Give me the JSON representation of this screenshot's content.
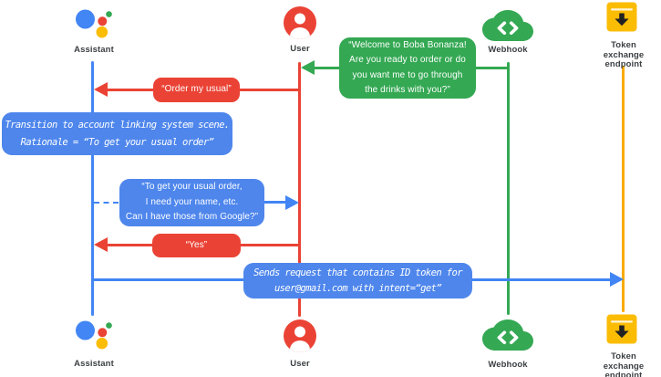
{
  "diagram_type": "sequence-diagram",
  "palette": {
    "blue": "#4285F4",
    "red": "#EA4335",
    "green": "#34A853",
    "yellow": "#FBBC04",
    "label_gray": "#3C4043"
  },
  "actors": [
    {
      "id": "assistant",
      "label": "Assistant",
      "icon": "google-assistant-icon",
      "color": "#4285F4"
    },
    {
      "id": "user",
      "label": "User",
      "icon": "user-icon",
      "color": "#EA4335"
    },
    {
      "id": "webhook",
      "label": "Webhook",
      "icon": "webhook-cloud-icon",
      "color": "#34A853"
    },
    {
      "id": "token_endpoint",
      "label": "Token exchange\nendpoint",
      "icon": "token-endpoint-icon",
      "color": "#FBBC04"
    }
  ],
  "messages": {
    "welcome": {
      "from": "Webhook",
      "to": "User",
      "style": "green-bubble",
      "text": "“Welcome to Boba Bonanza!\nAre you ready to order or do\nyou want me to go through\nthe drinks with you?”"
    },
    "order_usual": {
      "from": "User",
      "to": "Assistant",
      "style": "red-bubble",
      "text": "“Order my usual”"
    },
    "transition_note": {
      "actor": "Assistant",
      "style": "blue-note",
      "text": "Transition to account linking system scene.\nRationale = “To get your usual order”"
    },
    "ask_google": {
      "from": "Assistant",
      "to": "User",
      "style": "blue-bubble",
      "text": "“To get your usual order,\nI need your name, etc.\nCan I have those from Google?”"
    },
    "yes": {
      "from": "User",
      "to": "Assistant",
      "style": "red-bubble",
      "text": "“Yes”"
    },
    "send_request": {
      "from": "Assistant",
      "to": "Token exchange endpoint",
      "style": "blue-note",
      "text": "Sends request that contains ID token for\nuser@gmail.com with intent=“get”"
    }
  }
}
